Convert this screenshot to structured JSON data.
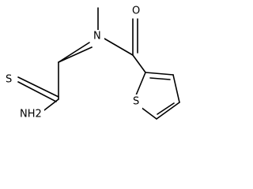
{
  "molecule": {
    "atoms": {
      "sulfur_thioamide": "S",
      "amine": "NH2",
      "amide_nitrogen": "N",
      "carbonyl_oxygen": "O",
      "ring_sulfur": "S"
    }
  },
  "colors": {
    "bond": "#000000",
    "label": "#000000",
    "background": "#ffffff"
  }
}
